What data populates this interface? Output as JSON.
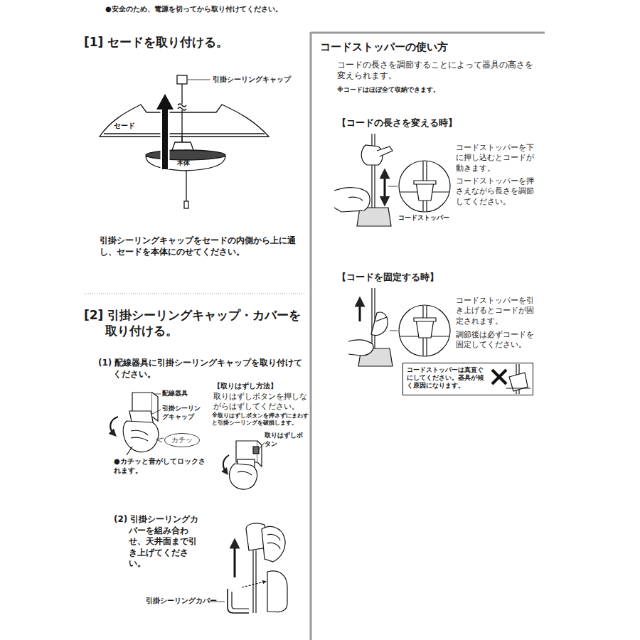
{
  "diagram": {
    "nodes": [
      {
        "text": [
          "カチッ"
        ]
      },
      {
        "text": [
          "コードストッパーは真直ぐにしてください。器具が傾く原因になります。"
        ]
      }
    ],
    "labels": [
      "●安全のため、電源を切ってから取り付けてください。",
      "[1] セードを取り付ける。",
      "引掛シーリングキャップ",
      "セード",
      "本体",
      "引掛シーリングキャップをセードの内側から上に通し、セードを本体にのせてください。",
      "[2] 引掛シーリングキャップ・カバーを取り付ける。",
      "(1) 配線器具に引掛シーリングキャップを取り付けてください。",
      "【取りはずし方法】",
      "取りはずしボタンを押しながらはずしてください。",
      "配線器具",
      "引掛シーリングキャップ",
      "※取りはずしボタンを押さずにまわすと引掛シーリングを破損します。",
      "取りはずしボタン",
      "●カチッと音がしてロックされます。",
      "(2) 引掛シーリングカバーを組み合わせ、天井面まで引き上げてください。",
      "引掛シーリングカバー",
      "コードストッパーの使い方",
      "コードの長さを調節することによって器具の高さを変えられます。",
      "※コードはほぼ全て収納できます。",
      "【コードの長さを変える時】",
      "コードストッパーを下に押し込むとコードが動きます。",
      "コードストッパーを押さえながら長さを調節してください。",
      "コードストッパー",
      "【コードを固定する時】",
      "コードストッパーを引き上げるとコードが固定されます。",
      "調節後は必ずコードを固定してください。"
    ]
  }
}
